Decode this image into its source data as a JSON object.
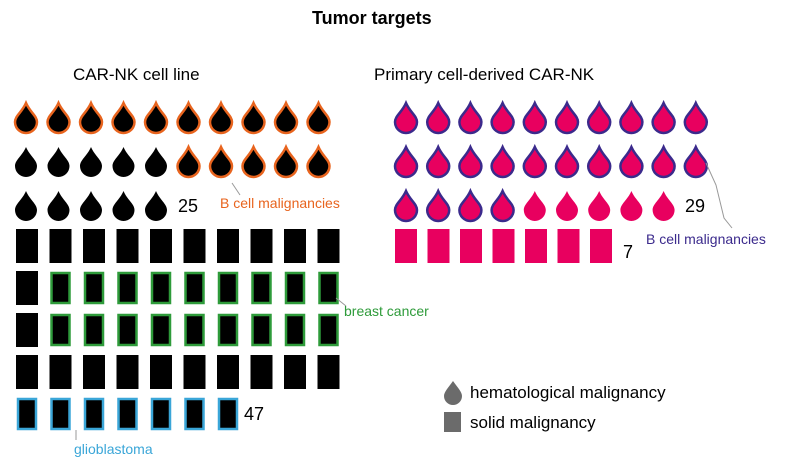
{
  "title": "Tumor targets",
  "panels": {
    "left": {
      "heading": "CAR-NK cell line",
      "hematological_count": "25",
      "solid_count": "47",
      "callouts": {
        "b_cell": "B cell malignancies",
        "breast": "breast cancer",
        "glioblastoma": "glioblastoma"
      }
    },
    "right": {
      "heading": "Primary cell-derived CAR-NK",
      "hematological_count": "29",
      "solid_count": "7",
      "callouts": {
        "b_cell": "B cell malignancies"
      }
    }
  },
  "legend": {
    "hematological": "hematological malignancy",
    "solid": "solid malignancy"
  },
  "colors": {
    "left_fill": "#000000",
    "right_fill": "#e8005f",
    "b_cell_outline_left": "#e8641e",
    "b_cell_outline_right": "#3b2a8c",
    "b_cell_label_left": "#e8641e",
    "b_cell_label_right": "#3b2a8c",
    "breast_outline": "#2e9b3a",
    "glioblastoma_outline": "#3aa6d8",
    "legend_icon": "#6b6b6b"
  },
  "icons": {
    "hematological": "drop-icon",
    "solid": "square-icon"
  }
}
